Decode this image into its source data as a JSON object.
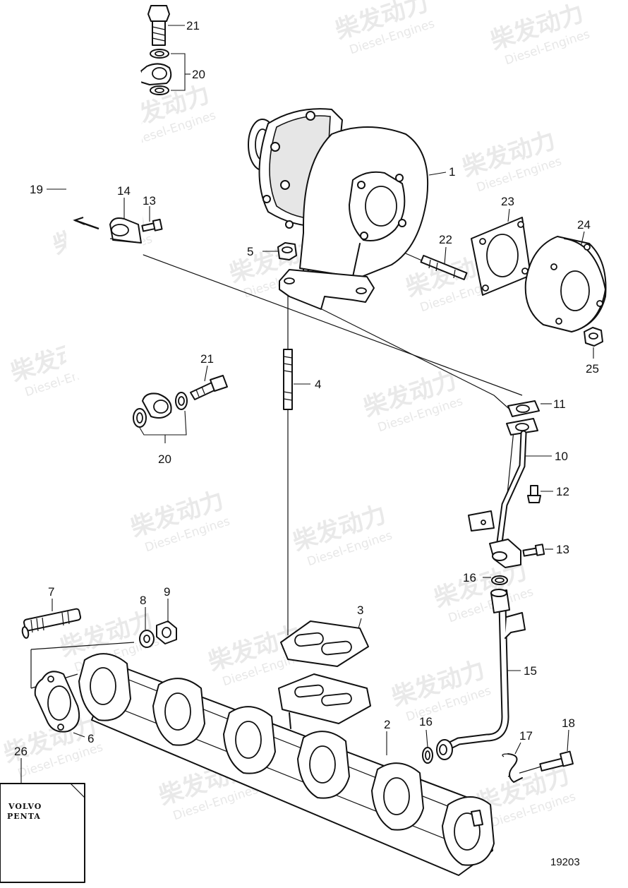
{
  "watermark": {
    "cn": "柴发动力",
    "en": "Diesel-Engines"
  },
  "figure_number": "19203",
  "manual_brand": [
    "VOLVO",
    "PENTA"
  ],
  "callouts": {
    "c1": "1",
    "c2": "2",
    "c3": "3",
    "c4": "4",
    "c5": "5",
    "c6": "6",
    "c7": "7",
    "c8": "8",
    "c9": "9",
    "c10": "10",
    "c11": "11",
    "c12": "12",
    "c13a": "13",
    "c13b": "13",
    "c14": "14",
    "c15": "15",
    "c16a": "16",
    "c16b": "16",
    "c17": "17",
    "c18": "18",
    "c19": "19",
    "c20a": "20",
    "c20b": "20",
    "c21a": "21",
    "c21b": "21",
    "c22": "22",
    "c23": "23",
    "c24": "24",
    "c25": "25",
    "c26": "26"
  }
}
